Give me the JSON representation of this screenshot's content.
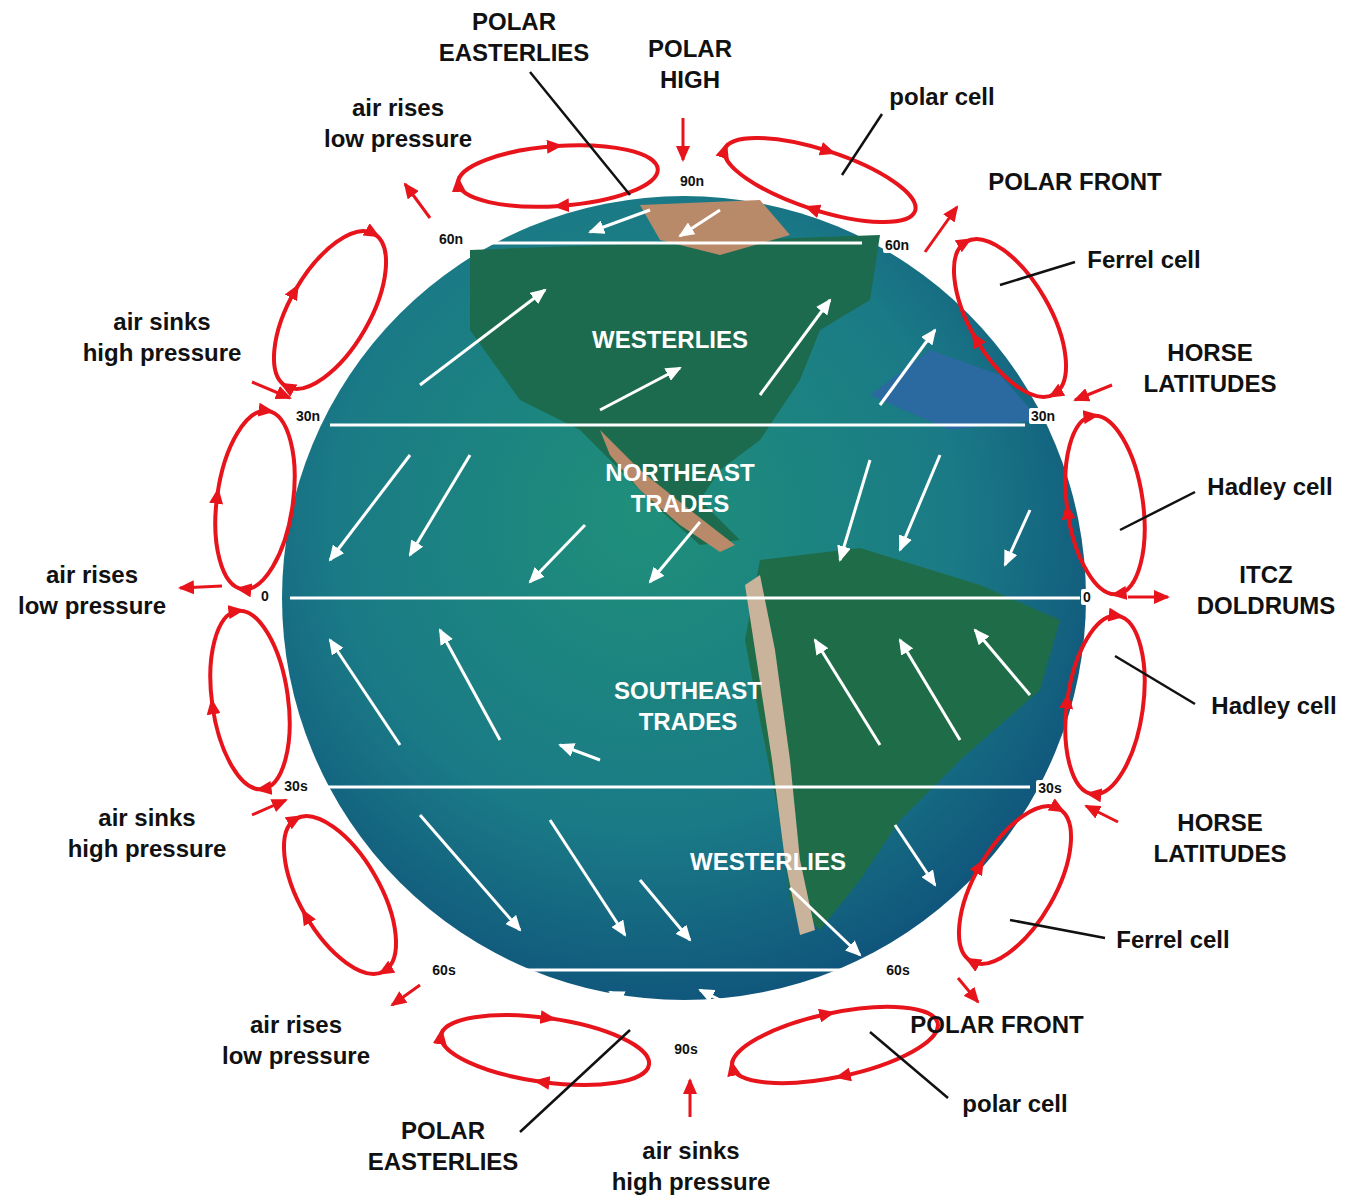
{
  "diagram": {
    "labels": [
      "POLAR EASTERLIES",
      "POLAR HIGH",
      "air rises low pressure",
      "polar cell",
      "90n",
      "POLAR FRONT",
      "60n",
      "60n",
      "Ferrel cell",
      "air sinks high pressure",
      "WESTERLIES",
      "HORSE LATITUDES",
      "30n",
      "30n",
      "NORTHEAST TRADES",
      "Hadley cell",
      "air rises low pressure",
      "ITCZ DOLDRUMS",
      "0",
      "0",
      "SOUTHEAST TRADES",
      "Hadley cell",
      "30s",
      "30s",
      "air sinks high pressure",
      "HORSE LATITUDES",
      "WESTERLIES",
      "Ferrel cell",
      "60s",
      "60s",
      "POLAR FRONT",
      "air rises low pressure",
      "90s",
      "polar cell",
      "POLAR EASTERLIES",
      "air sinks high pressure"
    ]
  }
}
